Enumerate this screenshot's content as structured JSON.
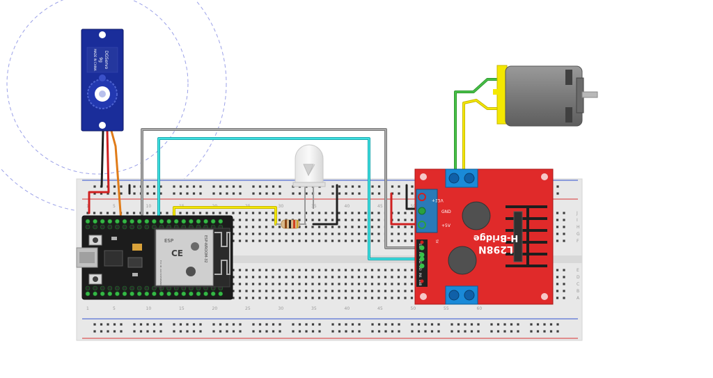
{
  "servo": {
    "model_label": "9g",
    "name_label": "DGServo",
    "origin_label": "MADE IN CHINA"
  },
  "hbridge": {
    "chip_label": "L298N",
    "title_label": "H-Bridge",
    "pin_12v": "+12V",
    "pin_gnd": "GND",
    "pin_5v": "+5V",
    "pin_5v_small": "5V",
    "enable_a": "ENA",
    "in1": "IN1",
    "in2": "IN2",
    "in3": "IN3",
    "in4": "IN4",
    "enable_b": "ENB"
  },
  "esp32": {
    "module_label": "ESP-WROOM-32",
    "brand_label": "ESP",
    "ce_label": "CE",
    "fcc_label": "FCC ID: 2AC7Z-ESPWROOM32"
  },
  "breadboard": {
    "row_letters_top": [
      "J",
      "I",
      "H",
      "G",
      "F"
    ],
    "row_letters_bottom": [
      "E",
      "D",
      "C",
      "B",
      "A"
    ],
    "column_numbers": [
      "1",
      "5",
      "10",
      "15",
      "20",
      "25",
      "30",
      "35",
      "40",
      "45",
      "50",
      "55",
      "60"
    ]
  },
  "colors": {
    "wire_gray": "#8c8c8c",
    "wire_cyan": "#2ad0d0",
    "wire_yellow": "#f0e000",
    "wire_red": "#d02020",
    "wire_orange": "#e07b18",
    "wire_green": "#38b038",
    "wire_black": "#202020",
    "hbridge_red": "#e02a2a",
    "servo_blue": "#1a2d9a",
    "motor_gray": "#8a8a8a"
  }
}
